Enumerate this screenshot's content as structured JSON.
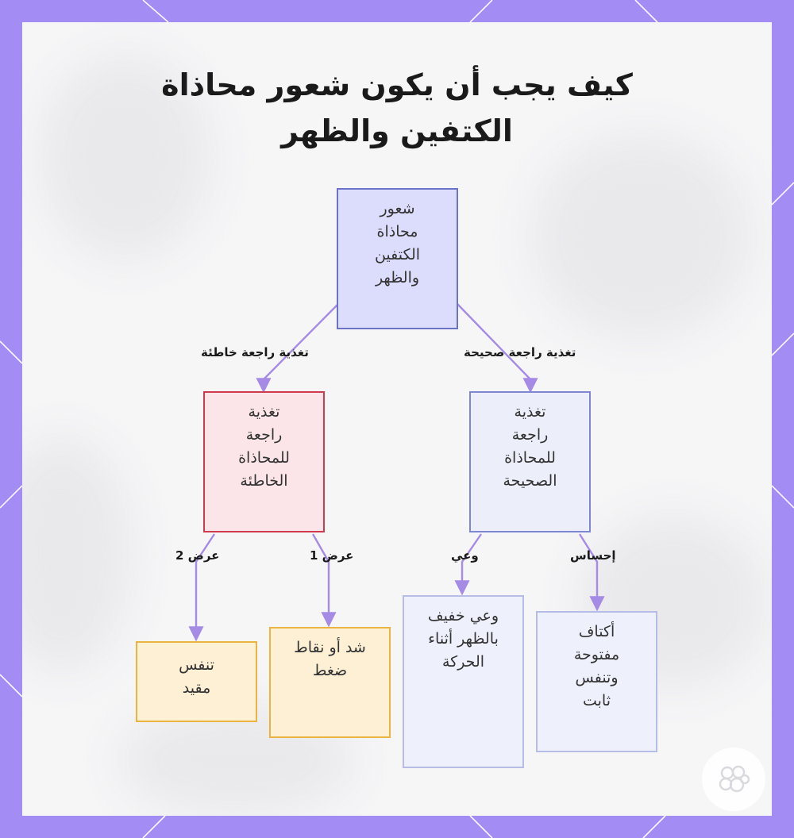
{
  "title": {
    "line1": "كيف يجب أن يكون شعور محاذاة",
    "line2": "الكتفين والظهر"
  },
  "nodes": {
    "root": {
      "lines": [
        "شعور",
        "محاذاة",
        "الكتفين",
        "والظهر"
      ]
    },
    "wrong": {
      "lines": [
        "تغذية",
        "راجعة",
        "للمحاذاة",
        "الخاطئة"
      ]
    },
    "right": {
      "lines": [
        "تغذية",
        "راجعة",
        "للمحاذاة",
        "الصحيحة"
      ]
    },
    "breath": {
      "lines": [
        "تنفس",
        "مقيد"
      ]
    },
    "tension": {
      "lines": [
        "شد أو نقاط",
        "ضغط"
      ]
    },
    "awareness": {
      "lines": [
        "وعي خفيف",
        "بالظهر أثناء",
        "الحركة"
      ]
    },
    "open": {
      "lines": [
        "أكتاف",
        "مفتوحة",
        "وتنفس",
        "ثابت"
      ]
    }
  },
  "edge_labels": {
    "wrong": "تغذية راجعة خاطئة",
    "right": "تغذية راجعة صحيحة",
    "sym2": "عرض 2",
    "sym1": "عرض 1",
    "aware": "وعي",
    "sense": "إحساس"
  },
  "colors": {
    "frame": "#a38cf4",
    "edge": "#a58ae6",
    "root": "#dcdcfd",
    "wrong": "#fce5e8",
    "right": "#eceef9",
    "symptom": "#fdf0d5",
    "positive": "#eef0fc"
  },
  "logo": {
    "icon": "brain-icon"
  }
}
